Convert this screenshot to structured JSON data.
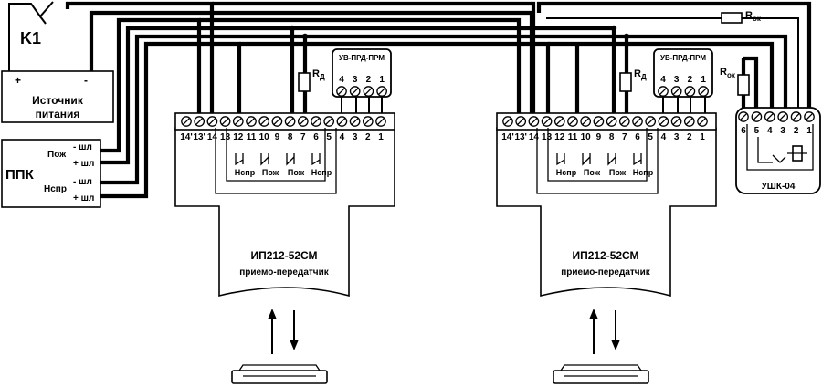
{
  "k1": {
    "label": "K1"
  },
  "power_supply": {
    "line1": "Источник",
    "line2": "питания",
    "plus": "+",
    "minus": "-"
  },
  "ppk": {
    "label": "ППК",
    "fire": "Пож",
    "fault": "Нспр",
    "loop_minus": "- шл",
    "loop_plus": "+ шл"
  },
  "resistor_d": {
    "main": "R",
    "sub": "Д"
  },
  "resistor_ok": {
    "main": "R",
    "sub": "ок"
  },
  "detector": {
    "model": "ИП212-52СМ",
    "subtitle": "приемо-передатчик",
    "terminals": [
      "14'",
      "13'",
      "14",
      "13",
      "12",
      "11",
      "10",
      "9",
      "8",
      "7",
      "6",
      "5",
      "4",
      "3",
      "2",
      "1"
    ],
    "contacts": [
      "Нспр",
      "Пож",
      "Пож",
      "Нспр"
    ],
    "jumper": {
      "title": "УВ-ПРД-ПРМ",
      "terminals": [
        "4",
        "3",
        "2",
        "1"
      ]
    }
  },
  "ushk": {
    "label": "УШК-04",
    "terminals": [
      "6",
      "5",
      "4",
      "3",
      "2",
      "1"
    ]
  }
}
